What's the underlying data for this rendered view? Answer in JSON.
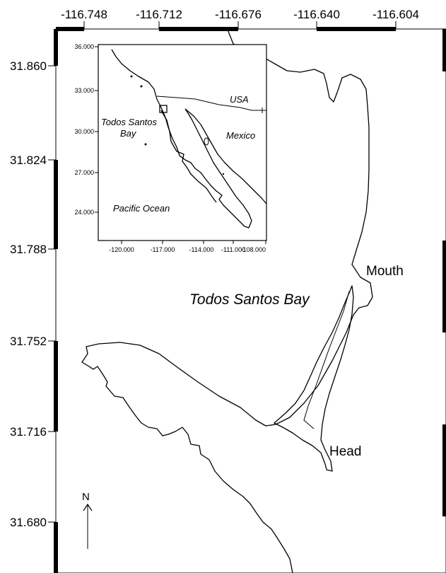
{
  "map": {
    "axis_top_labels": [
      "-116.748",
      "-116.712",
      "-116.676",
      "-116.640",
      "-116.604"
    ],
    "axis_left_labels": [
      "31.860",
      "31.824",
      "31.788",
      "31.752",
      "31.716",
      "31.680"
    ],
    "place_labels": {
      "bay": "Todos Santos Bay",
      "mouth": "Mouth",
      "head": "Head",
      "north": "N"
    }
  },
  "inset": {
    "x_labels": [
      "-120.000",
      "-117.000",
      "-114.000",
      "-111.000",
      "-108.000"
    ],
    "y_labels": [
      "36.000",
      "33.000",
      "30.000",
      "27.000",
      "24.000"
    ],
    "labels": {
      "usa": "USA",
      "mexico": "Mexico",
      "todos_santos_line1": "Todos Santos",
      "todos_santos_line2": "Bay",
      "pacific": "Pacific Ocean"
    }
  }
}
